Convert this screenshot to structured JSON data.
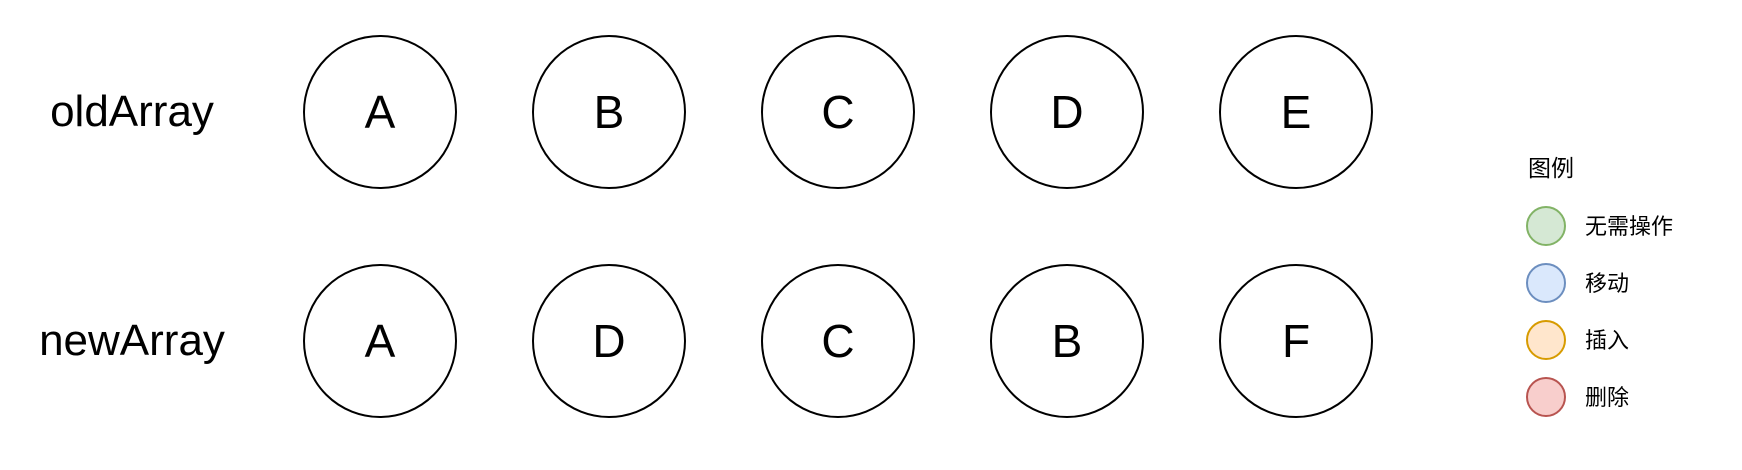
{
  "rows": [
    {
      "label": "oldArray",
      "nodes": [
        "A",
        "B",
        "C",
        "D",
        "E"
      ]
    },
    {
      "label": "newArray",
      "nodes": [
        "A",
        "D",
        "C",
        "B",
        "F"
      ]
    }
  ],
  "legend": {
    "title": "图例",
    "items": [
      {
        "label": "无需操作",
        "fill": "#d5e8d4",
        "stroke": "#82b366"
      },
      {
        "label": "移动",
        "fill": "#dae8fc",
        "stroke": "#6c8ebf"
      },
      {
        "label": "插入",
        "fill": "#ffe6cc",
        "stroke": "#d79b00"
      },
      {
        "label": "删除",
        "fill": "#f8cecc",
        "stroke": "#b85450"
      }
    ]
  }
}
